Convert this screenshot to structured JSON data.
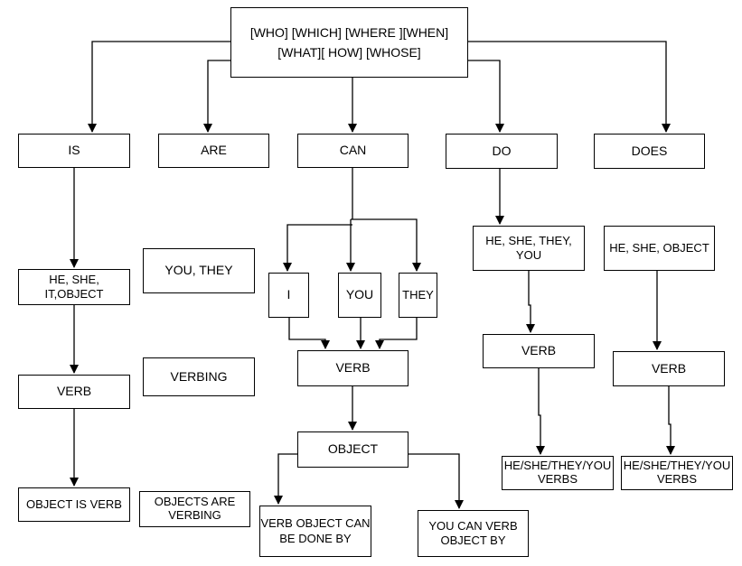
{
  "diagram": {
    "root": {
      "line1": "[WHO] [WHICH] [WHERE ][WHEN]",
      "line2": "[WHAT][ HOW] [WHOSE]"
    },
    "columns": {
      "is": {
        "header": "IS",
        "subject": "HE, SHE, IT,OBJECT",
        "verb": "VERB",
        "result": "OBJECT IS VERB"
      },
      "are": {
        "header": "ARE",
        "subject": "YOU, THEY",
        "verb": "VERBING",
        "result": "OBJECTS ARE\nVERBING"
      },
      "can": {
        "header": "CAN",
        "subject_i": "I",
        "subject_you": "YOU",
        "subject_they": "THEY",
        "verb": "VERB",
        "object": "OBJECT",
        "result_left": "VERB OBJECT CAN\nBE DONE BY",
        "result_right": "YOU CAN VERB\nOBJECT BY"
      },
      "do": {
        "header": "DO",
        "subject": "HE, SHE, THEY,\nYOU",
        "verb": "VERB",
        "result": "HE/SHE/THEY/YOU\nVERBS"
      },
      "does": {
        "header": "DOES",
        "subject": "HE, SHE, OBJECT",
        "verb": "VERB",
        "result": "HE/SHE/THEY/YOU\nVERBS"
      }
    }
  }
}
